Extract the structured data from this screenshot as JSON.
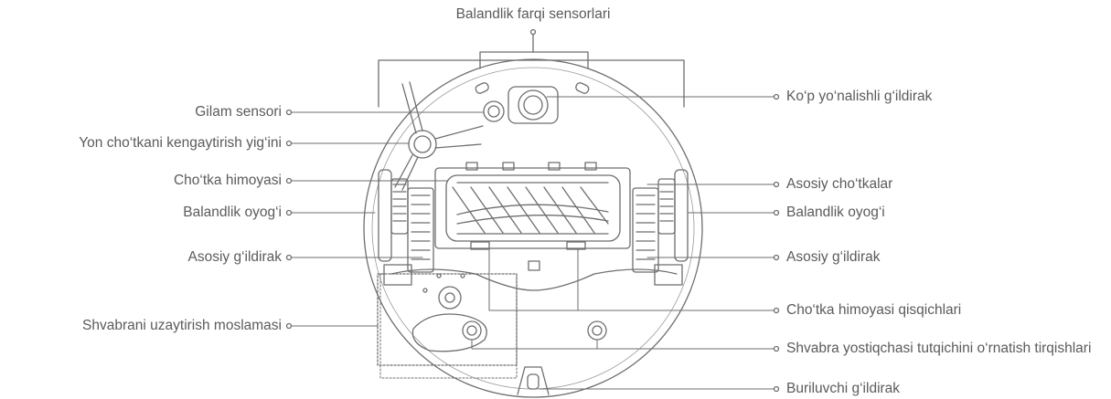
{
  "labels": {
    "top": "Balandlik farqi sensorlari",
    "left": [
      "Gilam sensori",
      "Yon cho‘tkani kengaytirish yig‘ini",
      "Cho‘tka himoyasi",
      "Balandlik oyog‘i",
      "Asosiy g‘ildirak",
      "Shvabrani uzaytirish moslamasi"
    ],
    "right": [
      "Ko‘p yo‘nalishli g‘ildirak",
      "Asosiy cho‘tkalar",
      "Balandlik oyog‘i",
      "Asosiy g‘ildirak",
      "Cho‘tka himoyasi qisqichlari",
      "Shvabra yostiqchasi tutqichini o‘rnatish tirqishlari",
      "Buriluvchi g‘ildirak"
    ]
  },
  "colors": {
    "line": "#6e6e6e",
    "text": "#5b5b5b"
  }
}
